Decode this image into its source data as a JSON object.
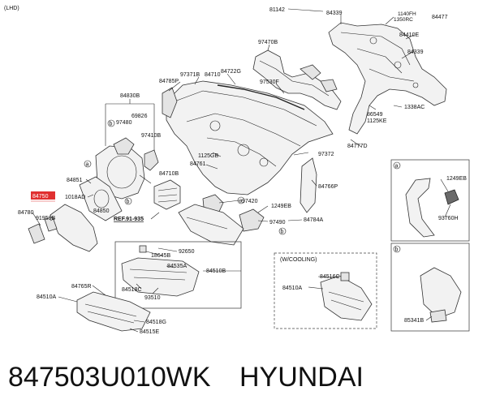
{
  "header": {
    "lhd_label": "(LHD)"
  },
  "labels": [
    "81142",
    "84339",
    "1140FH",
    "1350RC",
    "84477",
    "84410E",
    "84339",
    "97470B",
    "84830B",
    "97371B",
    "84710",
    "84722G",
    "84785P",
    "97530F",
    "86549",
    "1125KE",
    "1338AC",
    "97480",
    "69826",
    "97410B",
    "84777D",
    "1125GB",
    "97372",
    "84761",
    "84710B",
    "84766P",
    "84851",
    "1018AD",
    "97420",
    "1249EB",
    "84780",
    "91959B",
    "84850",
    "97490",
    "84784A",
    "REF.91-935",
    "18645B",
    "92650",
    "84535A",
    "84510B",
    "84765R",
    "84518C",
    "93510",
    "84510A",
    "84518G",
    "84515E",
    "1249EB",
    "93760H",
    "84516C",
    "84510A",
    "85341B"
  ],
  "callouts": {
    "a": "a",
    "b": "b"
  },
  "highlighted_part": "84750",
  "cooling_box_title": "(W/COOLING)",
  "caption": {
    "part_number": "847503U010WK",
    "brand": "HYUNDAI"
  }
}
